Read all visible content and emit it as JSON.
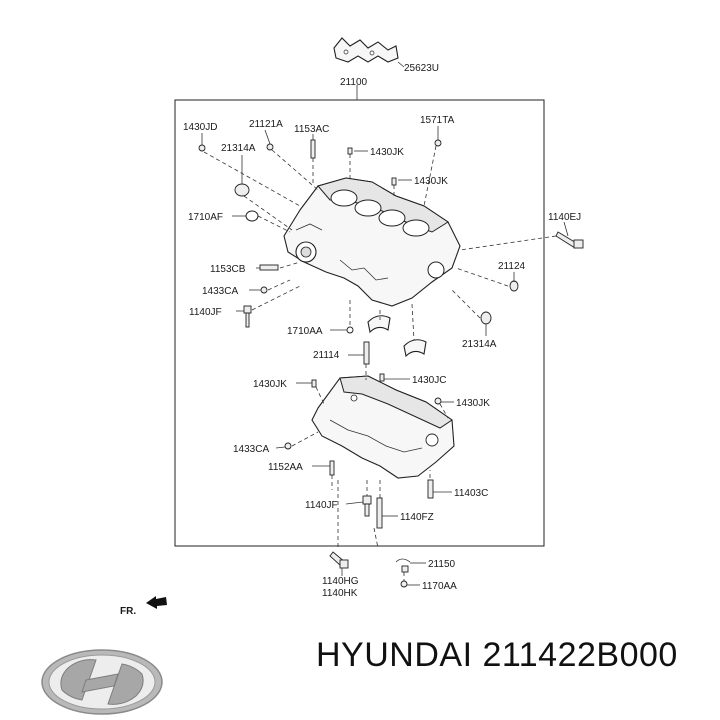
{
  "callouts": {
    "25623U": "25623U",
    "21100": "21100",
    "1430JD": "1430JD",
    "21121A": "21121A",
    "1153AC": "1153AC",
    "1571TA": "1571TA",
    "21314A_top": "21314A",
    "1430JK_1": "1430JK",
    "1430JK_2": "1430JK",
    "1710AF": "1710AF",
    "1140EJ": "1140EJ",
    "1153CB": "1153CB",
    "21124": "21124",
    "1433CA_1": "1433CA",
    "1140JF_1": "1140JF",
    "1710AA": "1710AA",
    "21314A_bottom": "21314A",
    "21114": "21114",
    "1430JK_3": "1430JK",
    "1430JC": "1430JC",
    "1430JK_4": "1430JK",
    "1433CA_2": "1433CA",
    "1152AA": "1152AA",
    "11403C": "11403C",
    "1140JF_2": "1140JF",
    "1140FZ": "1140FZ",
    "21150": "21150",
    "1140HG": "1140HG",
    "1170AA": "1170AA",
    "1140HK": "1140HK",
    "FR": "FR."
  },
  "footer": {
    "brand": "HYUNDAI",
    "part_number": "211422B000",
    "text": "HYUNDAI 211422B000"
  },
  "logo": {
    "name": "hyundai-logo",
    "color": "#9a9a9a"
  }
}
